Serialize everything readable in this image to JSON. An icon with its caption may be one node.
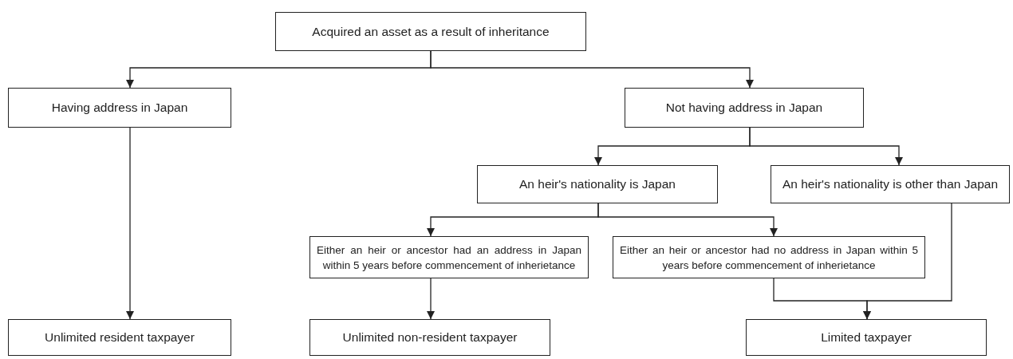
{
  "diagram": {
    "nodes": [
      {
        "text": [
          "Acquired an asset as a result of inheritance"
        ]
      },
      {
        "text": [
          "Having address in Japan"
        ]
      },
      {
        "text": [
          "Not having address in Japan"
        ]
      },
      {
        "text": [
          "An heir's nationality is Japan"
        ]
      },
      {
        "text": [
          "An heir's nationality is other than Japan"
        ]
      },
      {
        "text": [
          "Either an heir or ancestor had an address in Japan within 5 years before commencement of inherietance"
        ]
      },
      {
        "text": [
          "Either an heir or ancestor had no address in Japan within 5 years before commencement of inherietance"
        ]
      },
      {
        "text": [
          "Unlimited resident taxpayer"
        ]
      },
      {
        "text": [
          "Unlimited non-resident taxpayer"
        ]
      },
      {
        "text": [
          "Limited taxpayer"
        ]
      }
    ],
    "edges": [
      {
        "from": 0,
        "to": 1,
        "arrow": "to"
      },
      {
        "from": 0,
        "to": 2,
        "arrow": "to"
      },
      {
        "from": 1,
        "to": 7,
        "arrow": "to"
      },
      {
        "from": 2,
        "to": 3,
        "arrow": "to"
      },
      {
        "from": 2,
        "to": 4,
        "arrow": "to"
      },
      {
        "from": 3,
        "to": 5,
        "arrow": "to"
      },
      {
        "from": 3,
        "to": 6,
        "arrow": "to"
      },
      {
        "from": 5,
        "to": 8,
        "arrow": "to"
      },
      {
        "from": 6,
        "to": 9,
        "arrow": "to"
      },
      {
        "from": 4,
        "to": 9,
        "arrow": "to"
      }
    ]
  }
}
